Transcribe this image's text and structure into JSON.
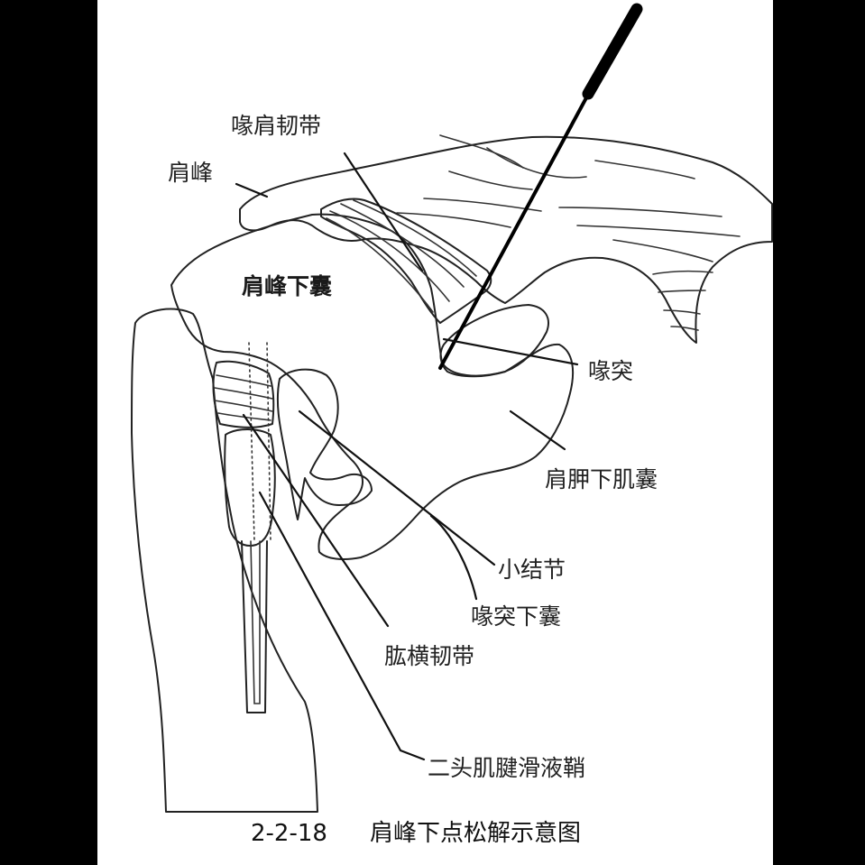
{
  "labels": {
    "coracoacromial_ligament": "喙肩韧带",
    "acromion": "肩峰",
    "subacromial_bursa": "肩峰下囊",
    "coracoid": "喙突",
    "subscapular_bursa": "肩胛下肌囊",
    "lesser_tubercle": "小结节",
    "subcoracoid_bursa": "喙突下囊",
    "transverse_humeral_ligament": "肱横韧带",
    "biceps_tendon_sheath": "二头肌腱滑液鞘"
  },
  "caption": {
    "number": "2-2-18",
    "title": "肩峰下点松解示意图"
  },
  "colors": {
    "bursa_green": "#8fc43a",
    "ligament_yellow": "#f7d23a",
    "background": "#ffffff",
    "frame": "#000000"
  }
}
